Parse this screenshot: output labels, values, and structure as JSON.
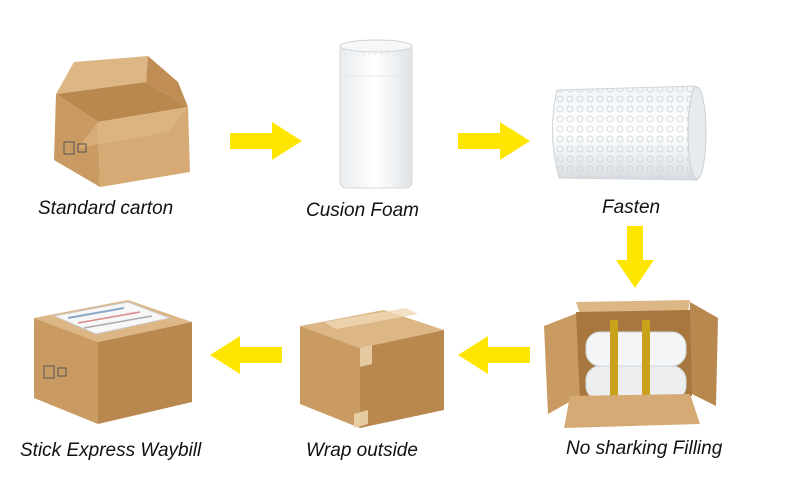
{
  "steps": [
    {
      "label": "Standard carton",
      "icon": "open-carton-icon"
    },
    {
      "label": "Cusion Foam",
      "icon": "foam-roll-icon"
    },
    {
      "label": "Fasten",
      "icon": "bubble-roll-icon"
    },
    {
      "label": "No sharking Filling",
      "icon": "filled-box-icon"
    },
    {
      "label": "Wrap outside",
      "icon": "taped-box-icon"
    },
    {
      "label": "Stick Express Waybill",
      "icon": "waybill-box-icon"
    }
  ],
  "colors": {
    "arrow": "#ffe600",
    "cardboard": "#c99a62",
    "cardboard_dark": "#a8773f",
    "cardboard_light": "#dcb685",
    "tape": "#c9a11a"
  }
}
